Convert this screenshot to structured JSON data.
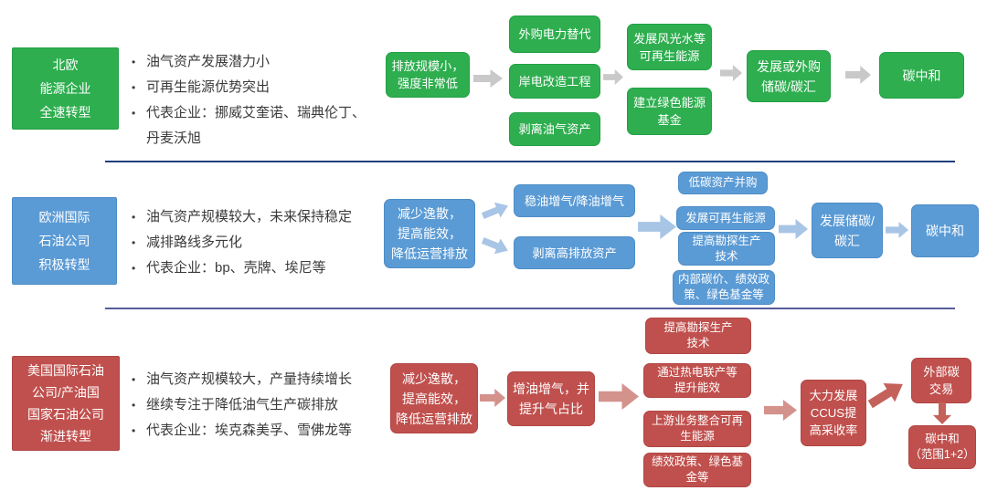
{
  "colors": {
    "nordic_green": "#2EAE4F",
    "europe_blue": "#5B9BD5",
    "us_red": "#C0504D",
    "arrow_gray": "#C9C9C9",
    "arrow_lightblue": "#A8C5E6",
    "arrow_pink": "#D4928D",
    "arrow_darkred": "#C4615B",
    "divider_navy": "#203E7B",
    "divider_slate": "#565D9B",
    "bullet_text": "#3a3a3a"
  },
  "rows": [
    {
      "label": "北欧\n能源企业\n全速转型",
      "bullets": [
        "油气资产发展潜力小",
        "可再生能源优势突出",
        "代表企业：挪威艾奎诺、瑞典伦丁、丹麦沃旭"
      ],
      "stages": {
        "s1": "排放规模小，\n强度非常低",
        "s2a": "外购电力替代",
        "s2b": "岸电改造工程",
        "s2c": "剥离油气资产",
        "s3a": "发展风光水等\n可再生能源",
        "s3b": "建立绿色能源\n基金",
        "s4": "发展或外购\n储碳/碳汇",
        "s5": "碳中和"
      }
    },
    {
      "label": "欧洲国际\n石油公司\n积极转型",
      "bullets": [
        "油气资产规模较大，未来保持稳定",
        "减排路线多元化",
        "代表企业：bp、壳牌、埃尼等"
      ],
      "stages": {
        "s1": "减少逸散，\n提高能效，\n降低运营排放",
        "s2a": "稳油增气/降油增气",
        "s2b": "剥离高排放资产",
        "s3a": "低碳资产并购",
        "s3b": "发展可再生能源",
        "s3c": "提高勘探生产\n技术",
        "s3d": "内部碳价、绩效政\n策、绿色基金等",
        "s4": "发展储碳/\n碳汇",
        "s5": "碳中和"
      }
    },
    {
      "label": "美国国际石油\n公司/产油国\n国家石油公司\n渐进转型",
      "bullets": [
        "油气资产规模较大，产量持续增长",
        "继续专注于降低油气生产碳排放",
        "代表企业：埃克森美孚、雪佛龙等"
      ],
      "stages": {
        "s1": "减少逸散，\n提高能效，\n降低运营排放",
        "s2": "增油增气，并\n提升气占比",
        "s3a": "提高勘探生产\n技术",
        "s3b": "通过热电联产等\n提升能效",
        "s3c": "上游业务整合可再\n生能源",
        "s3d": "绩效政策、绿色基\n金等",
        "s4": "大力发展\nCCUS提\n高采收率",
        "s5a": "外部碳\n交易",
        "s5b": "碳中和\n（范围1+2）"
      }
    }
  ]
}
